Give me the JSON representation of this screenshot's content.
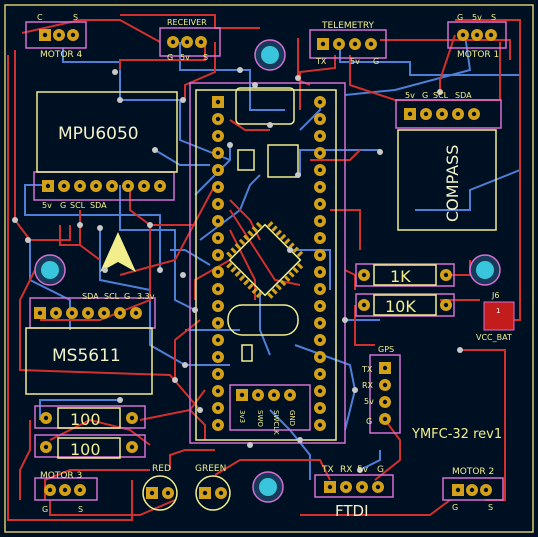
{
  "board": {
    "title": "YMFC-32 rev1",
    "colors": {
      "background": "#001023",
      "front_copper": "#d2302c",
      "back_copper": "#4e7fd6",
      "pad_gold": "#d4a017",
      "silkscreen": "#f2ee8c",
      "courtyard": "#d66fd1",
      "mounting_hole": "#39c6dd"
    }
  },
  "labels": {
    "motor4": "MOTOR 4",
    "motor4_pins": [
      "C",
      "S"
    ],
    "receiver": "RECEIVER",
    "receiver_pins": [
      "G",
      "5v",
      "S"
    ],
    "telemetry": "TELEMETRY",
    "telemetry_pins": [
      "TX",
      "5v",
      "G"
    ],
    "motor1": "MOTOR 1",
    "motor1_pins": [
      "G",
      "5v",
      "S"
    ],
    "mpu": "MPU6050",
    "mpu_pins": [
      "5v",
      "G",
      "SCL",
      "SDA"
    ],
    "compass": "COMPASS",
    "compass_pins": [
      "5v",
      "G",
      "SCL",
      "SDA"
    ],
    "baro": "MS5611",
    "baro_pins": [
      "SDA",
      "SCL",
      "G",
      "3.3v"
    ],
    "res_1k": "1K",
    "res_10k": "10K",
    "res_100a": "100",
    "res_100b": "100",
    "j6": "J6",
    "vcc_bat": "VCC_BAT",
    "gps": "GPS",
    "gps_pins": [
      "TX",
      "RX",
      "5v",
      "G"
    ],
    "swd_pins": [
      "3v3",
      "SWO",
      "SWCLK",
      "GND"
    ],
    "ftdi": "FTDI",
    "ftdi_pins": [
      "TX",
      "RX",
      "5v",
      "G"
    ],
    "motor3": "MOTOR 3",
    "motor3_pins": [
      "G",
      "S"
    ],
    "motor2": "MOTOR 2",
    "motor2_pins": [
      "G",
      "S"
    ],
    "led_red": "RED",
    "led_green": "GREEN",
    "j6_pad": "1"
  }
}
